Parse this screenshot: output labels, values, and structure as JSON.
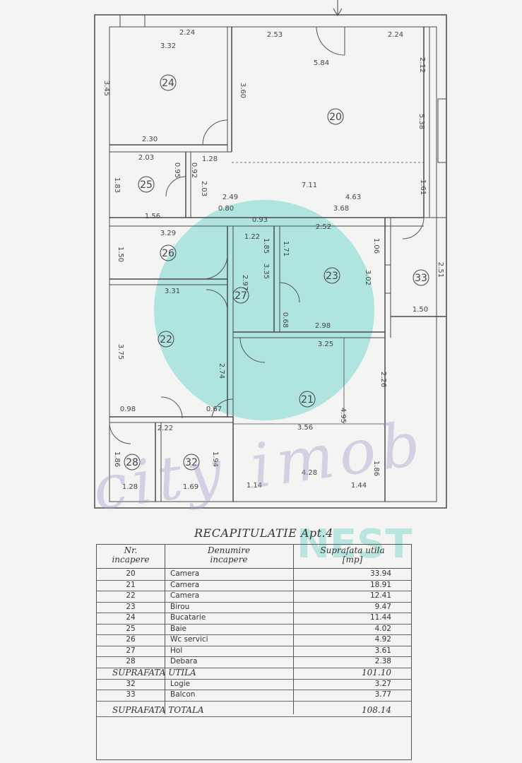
{
  "plan": {
    "rooms": [
      {
        "id": "20",
        "number": "20"
      },
      {
        "id": "21",
        "number": "21"
      },
      {
        "id": "22",
        "number": "22"
      },
      {
        "id": "23",
        "number": "23"
      },
      {
        "id": "24",
        "number": "24"
      },
      {
        "id": "25",
        "number": "25"
      },
      {
        "id": "26",
        "number": "26"
      },
      {
        "id": "27",
        "number": "27"
      },
      {
        "id": "28",
        "number": "28"
      },
      {
        "id": "32",
        "number": "32"
      },
      {
        "id": "33",
        "number": "33"
      }
    ],
    "dimensions": {
      "d1": "2.24",
      "d2": "2.53",
      "d3": "2.24",
      "d4": "3.32",
      "d5": "3.45",
      "d6": "3.60",
      "d7": "5.84",
      "d8": "2.12",
      "d9": "5.38",
      "d10": "2.30",
      "d11": "2.03",
      "d12": "0.95",
      "d13": "0.92",
      "d14": "1.28",
      "d15": "1.83",
      "d16": "2.03",
      "d17": "7.11",
      "d18": "1.61",
      "d19": "2.49",
      "d20": "4.63",
      "d21": "0.80",
      "d22": "3.68",
      "d23": "1.56",
      "d24": "0.93",
      "d25": "2.52",
      "d26": "3.29",
      "d27": "1.22",
      "d28": "1.85",
      "d29": "1.71",
      "d30": "1.06",
      "d31": "1.50",
      "d32": "2.51",
      "d33": "3.31",
      "d34": "2.97",
      "d35": "3.35",
      "d36": "3.02",
      "d37": "1.50",
      "d38": "0.68",
      "d39": "2.98",
      "d40": "3.25",
      "d41": "3.75",
      "d42": "2.74",
      "d43": "2.26",
      "d44": "0.98",
      "d45": "0.67",
      "d46": "4.95",
      "d47": "2.22",
      "d48": "3.56",
      "d49": "1.86",
      "d50": "1.94",
      "d51": "4.28",
      "d52": "1.86",
      "d53": "1.28",
      "d54": "1.69",
      "d55": "1.14",
      "d56": "1.44"
    }
  },
  "recap": {
    "title": "RECAPITULATIE  Apt.4",
    "headers": {
      "nr_line1": "Nr.",
      "nr_line2": "incapere",
      "name_line1": "Denumire",
      "name_line2": "incapere",
      "area_line1": "Suprafata utila",
      "area_line2": "[mp]"
    },
    "rows": [
      {
        "nr": "20",
        "name": "Camera",
        "area": "33.94"
      },
      {
        "nr": "21",
        "name": "Camera",
        "area": "18.91"
      },
      {
        "nr": "22",
        "name": "Camera",
        "area": "12.41"
      },
      {
        "nr": "23",
        "name": "Birou",
        "area": "9.47"
      },
      {
        "nr": "24",
        "name": "Bucatarie",
        "area": "11.44"
      },
      {
        "nr": "25",
        "name": "Baie",
        "area": "4.02"
      },
      {
        "nr": "26",
        "name": "Wc servici",
        "area": "4.92"
      },
      {
        "nr": "27",
        "name": "Hol",
        "area": "3.61"
      },
      {
        "nr": "28",
        "name": "Debara",
        "area": "2.38"
      }
    ],
    "subtotal_label": "SUPRAFATA  UTILA",
    "subtotal_value": "101.10",
    "extra_rows": [
      {
        "nr": "32",
        "name": "Logie",
        "area": "3.27"
      },
      {
        "nr": "33",
        "name": "Balcon",
        "area": "3.77"
      }
    ],
    "total_label": "SUPRAFATA  TOTALA",
    "total_value": "108.14"
  },
  "watermark": {
    "text": "city imob",
    "brand": "NEST"
  },
  "colors": {
    "line": "#4a4a4a",
    "watermark_teal": "#78d7cd",
    "watermark_purple": "#aa96cd"
  }
}
